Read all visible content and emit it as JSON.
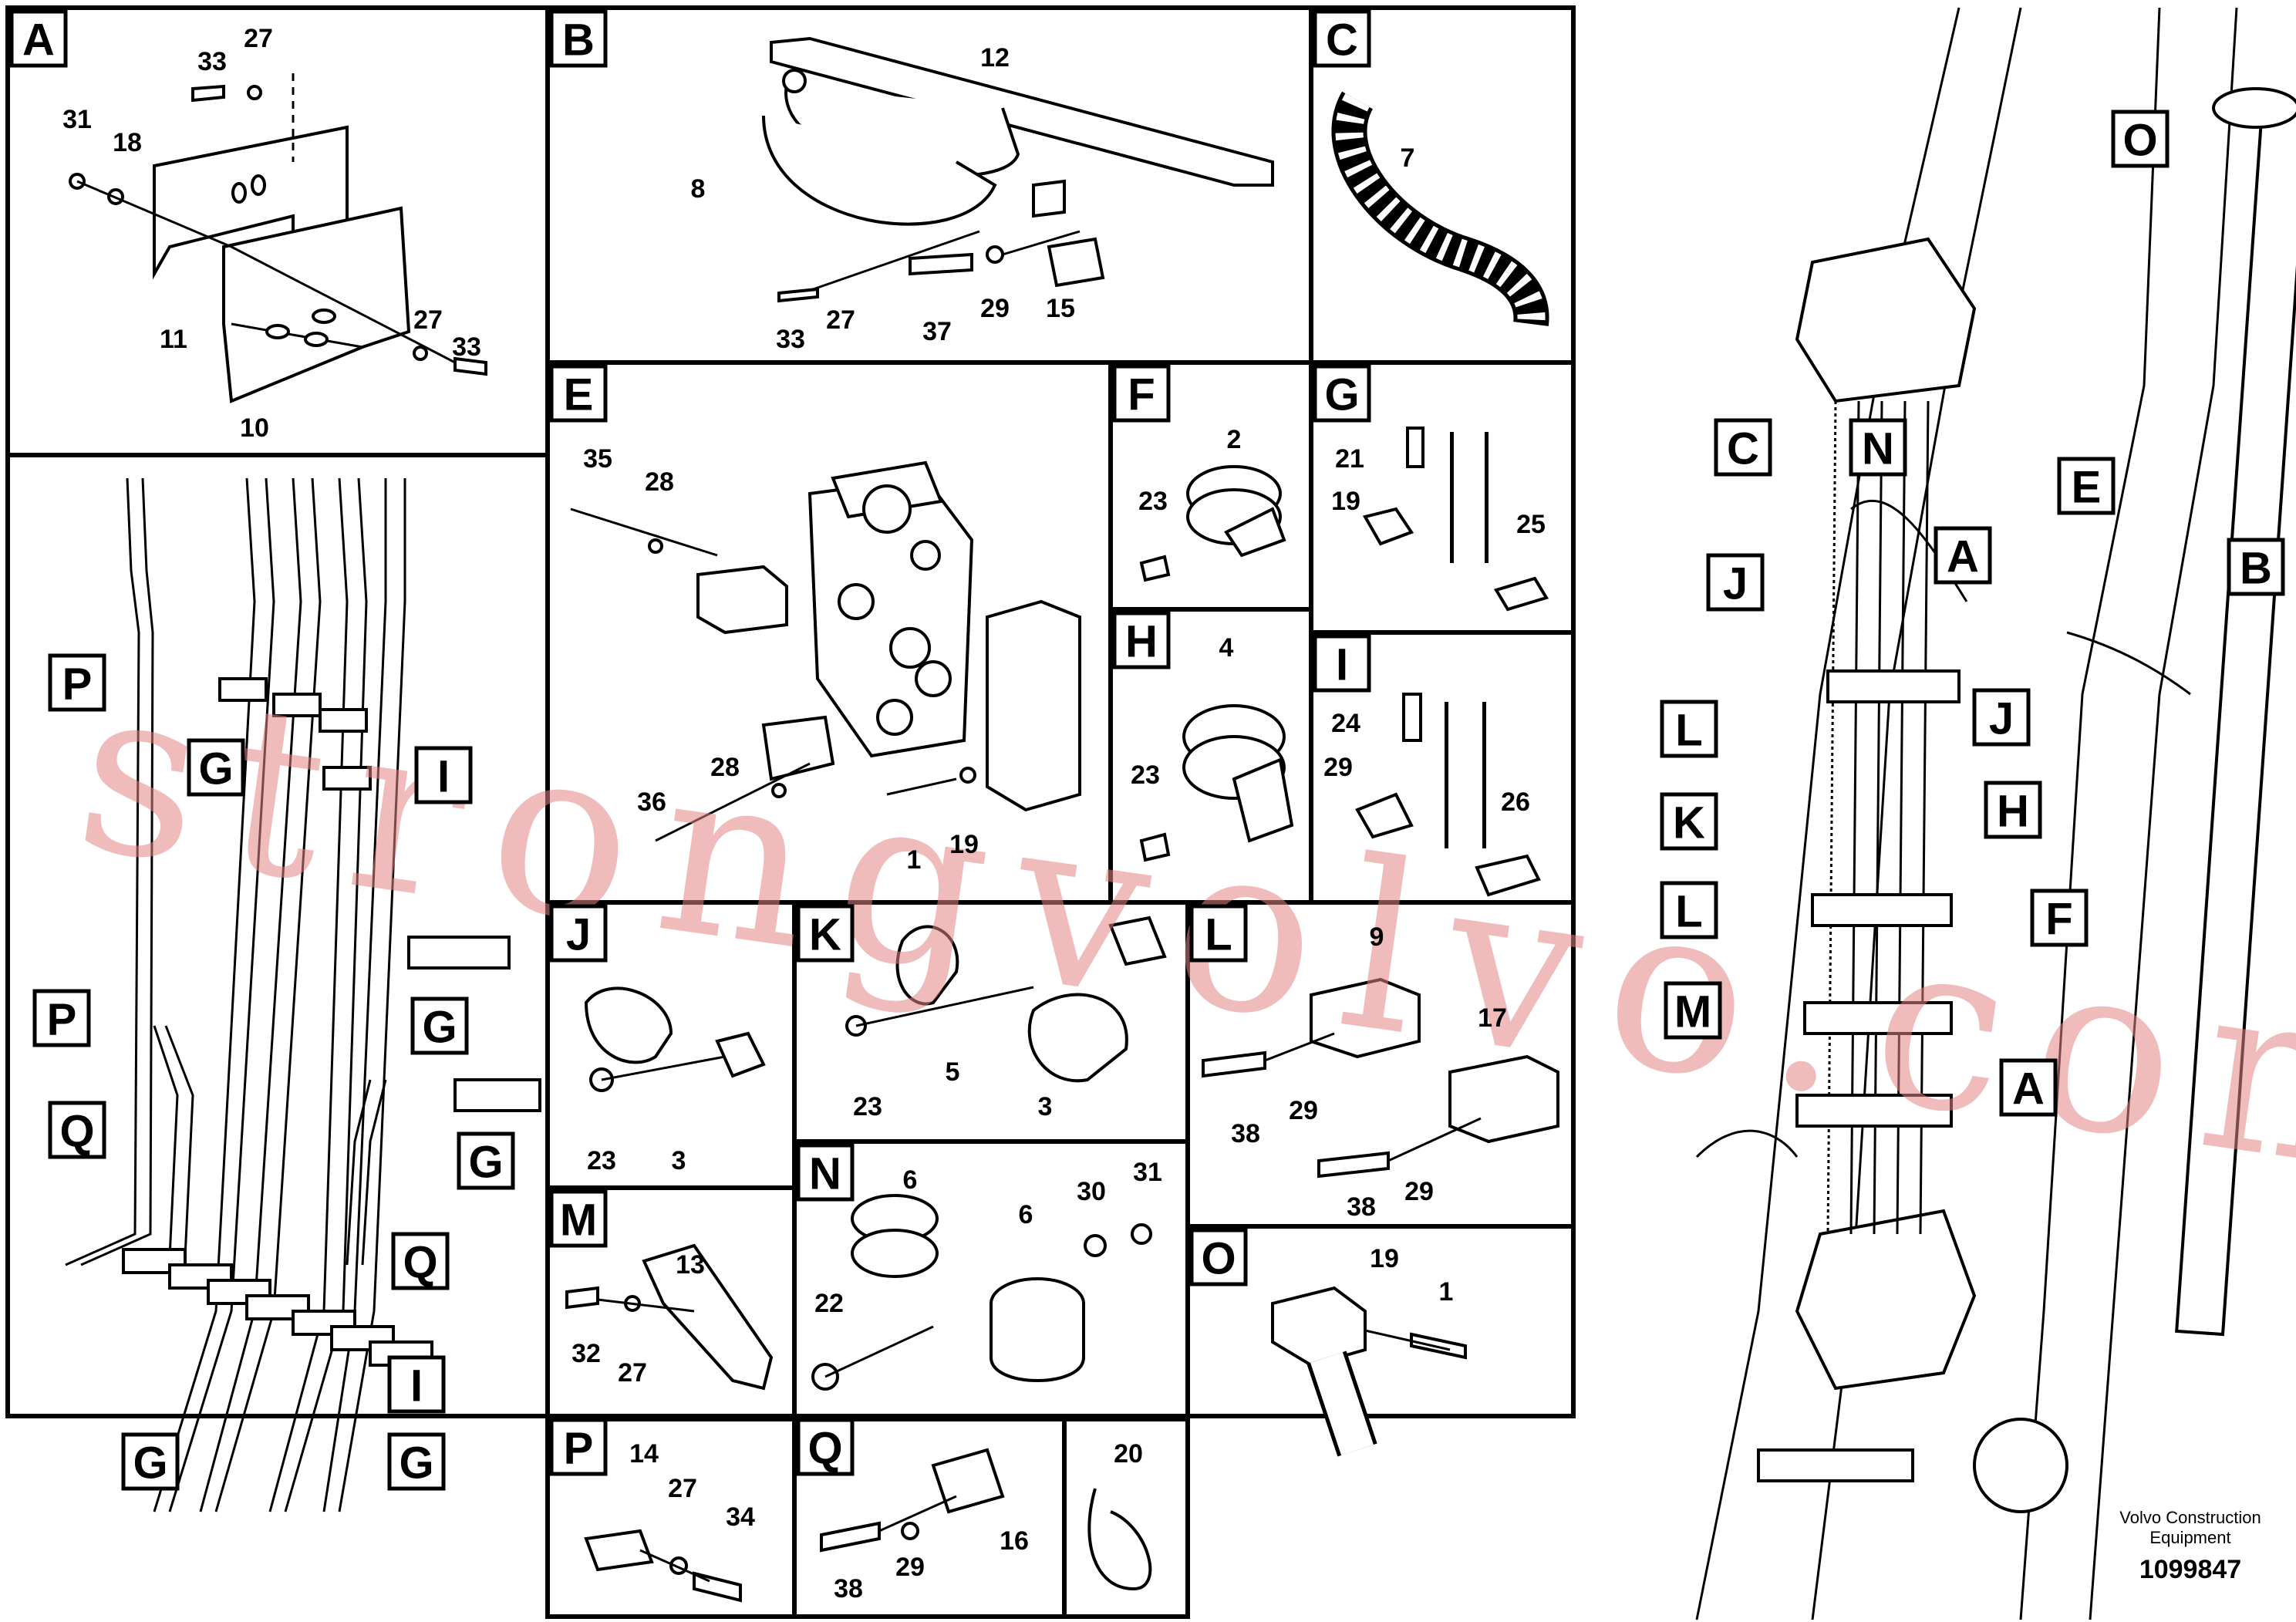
{
  "panels": [
    {
      "key": "A",
      "label": "A",
      "parts": [
        "33",
        "27",
        "31",
        "18",
        "11",
        "27",
        "33",
        "10"
      ]
    },
    {
      "key": "B",
      "label": "B",
      "parts": [
        "12",
        "8",
        "33",
        "27",
        "37",
        "29",
        "15"
      ]
    },
    {
      "key": "C",
      "label": "C",
      "parts": [
        "7"
      ]
    },
    {
      "key": "E",
      "label": "E",
      "parts": [
        "35",
        "28",
        "28",
        "36",
        "1",
        "19"
      ]
    },
    {
      "key": "F",
      "label": "F",
      "parts": [
        "2",
        "23"
      ]
    },
    {
      "key": "G",
      "label": "G",
      "parts": [
        "21",
        "19",
        "25"
      ]
    },
    {
      "key": "H",
      "label": "H",
      "parts": [
        "4",
        "23"
      ]
    },
    {
      "key": "I",
      "label": "I",
      "parts": [
        "24",
        "29",
        "26"
      ]
    },
    {
      "key": "J",
      "label": "J",
      "parts": [
        "23",
        "3"
      ]
    },
    {
      "key": "K",
      "label": "K",
      "parts": [
        "23",
        "5",
        "3"
      ]
    },
    {
      "key": "L",
      "label": "L",
      "parts": [
        "9",
        "17",
        "38",
        "29",
        "38",
        "29"
      ]
    },
    {
      "key": "M",
      "label": "M",
      "parts": [
        "13",
        "32",
        "27"
      ]
    },
    {
      "key": "N",
      "label": "N",
      "parts": [
        "6",
        "6",
        "30",
        "31",
        "22"
      ]
    },
    {
      "key": "O",
      "label": "O",
      "parts": [
        "19",
        "1"
      ]
    },
    {
      "key": "P",
      "label": "P",
      "parts": [
        "14",
        "27",
        "34"
      ]
    },
    {
      "key": "Q",
      "label": "Q",
      "parts": [
        "38",
        "29",
        "16"
      ]
    },
    {
      "key": "Z",
      "label": "",
      "parts": [
        "20"
      ]
    }
  ],
  "overview_labels": [
    "P",
    "G",
    "I",
    "G",
    "P",
    "Q",
    "G",
    "Q",
    "I",
    "G",
    "G"
  ],
  "boom_labels": [
    "O",
    "C",
    "N",
    "A",
    "E",
    "B",
    "J",
    "J",
    "L",
    "H",
    "K",
    "L",
    "F",
    "M",
    "A"
  ],
  "watermark": "strongvolvo.com",
  "credit": {
    "line1": "Volvo Construction",
    "line2": "Equipment",
    "doc_number": "1099847"
  }
}
